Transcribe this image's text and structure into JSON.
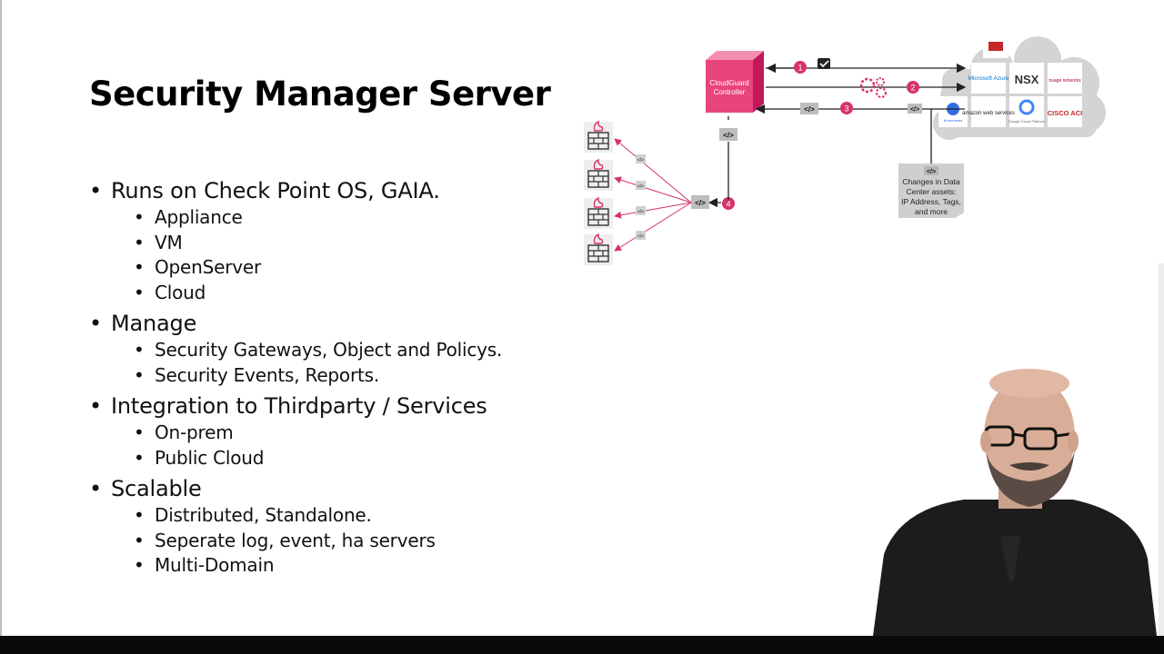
{
  "slide": {
    "title": "Security Manager Server",
    "bullets": [
      {
        "text": "Runs on Check Point OS, GAIA.",
        "sub": [
          "Appliance",
          "VM",
          "OpenServer",
          "Cloud"
        ]
      },
      {
        "text": "Manage",
        "sub": [
          "Security Gateways, Object and Policys.",
          "Security Events, Reports."
        ]
      },
      {
        "text": "Integration to Thirdparty / Services",
        "sub": [
          "On-prem",
          "Public Cloud"
        ]
      },
      {
        "text": "Scalable",
        "sub": [
          "Distributed, Standalone.",
          "Seperate log, event, ha servers",
          "Multi-Domain"
        ]
      }
    ]
  },
  "diagram": {
    "controller_label_1": "CloudGuard",
    "controller_label_2": "Controller",
    "steps": [
      "1",
      "2",
      "3",
      "4"
    ],
    "code_glyph": "</>",
    "note_lines": [
      "Changes in Data",
      "Center assets:",
      "IP Address, Tags,",
      "and more"
    ],
    "providers": [
      "Microsoft Azure",
      "NSX",
      "nuage networks",
      "Kubernetes",
      "amazon web services",
      "Google Cloud Platform",
      "CISCO ACI"
    ],
    "colors": {
      "accent": "#d6336c",
      "cube": "#e8447e",
      "gray": "#9e9e9e"
    }
  }
}
